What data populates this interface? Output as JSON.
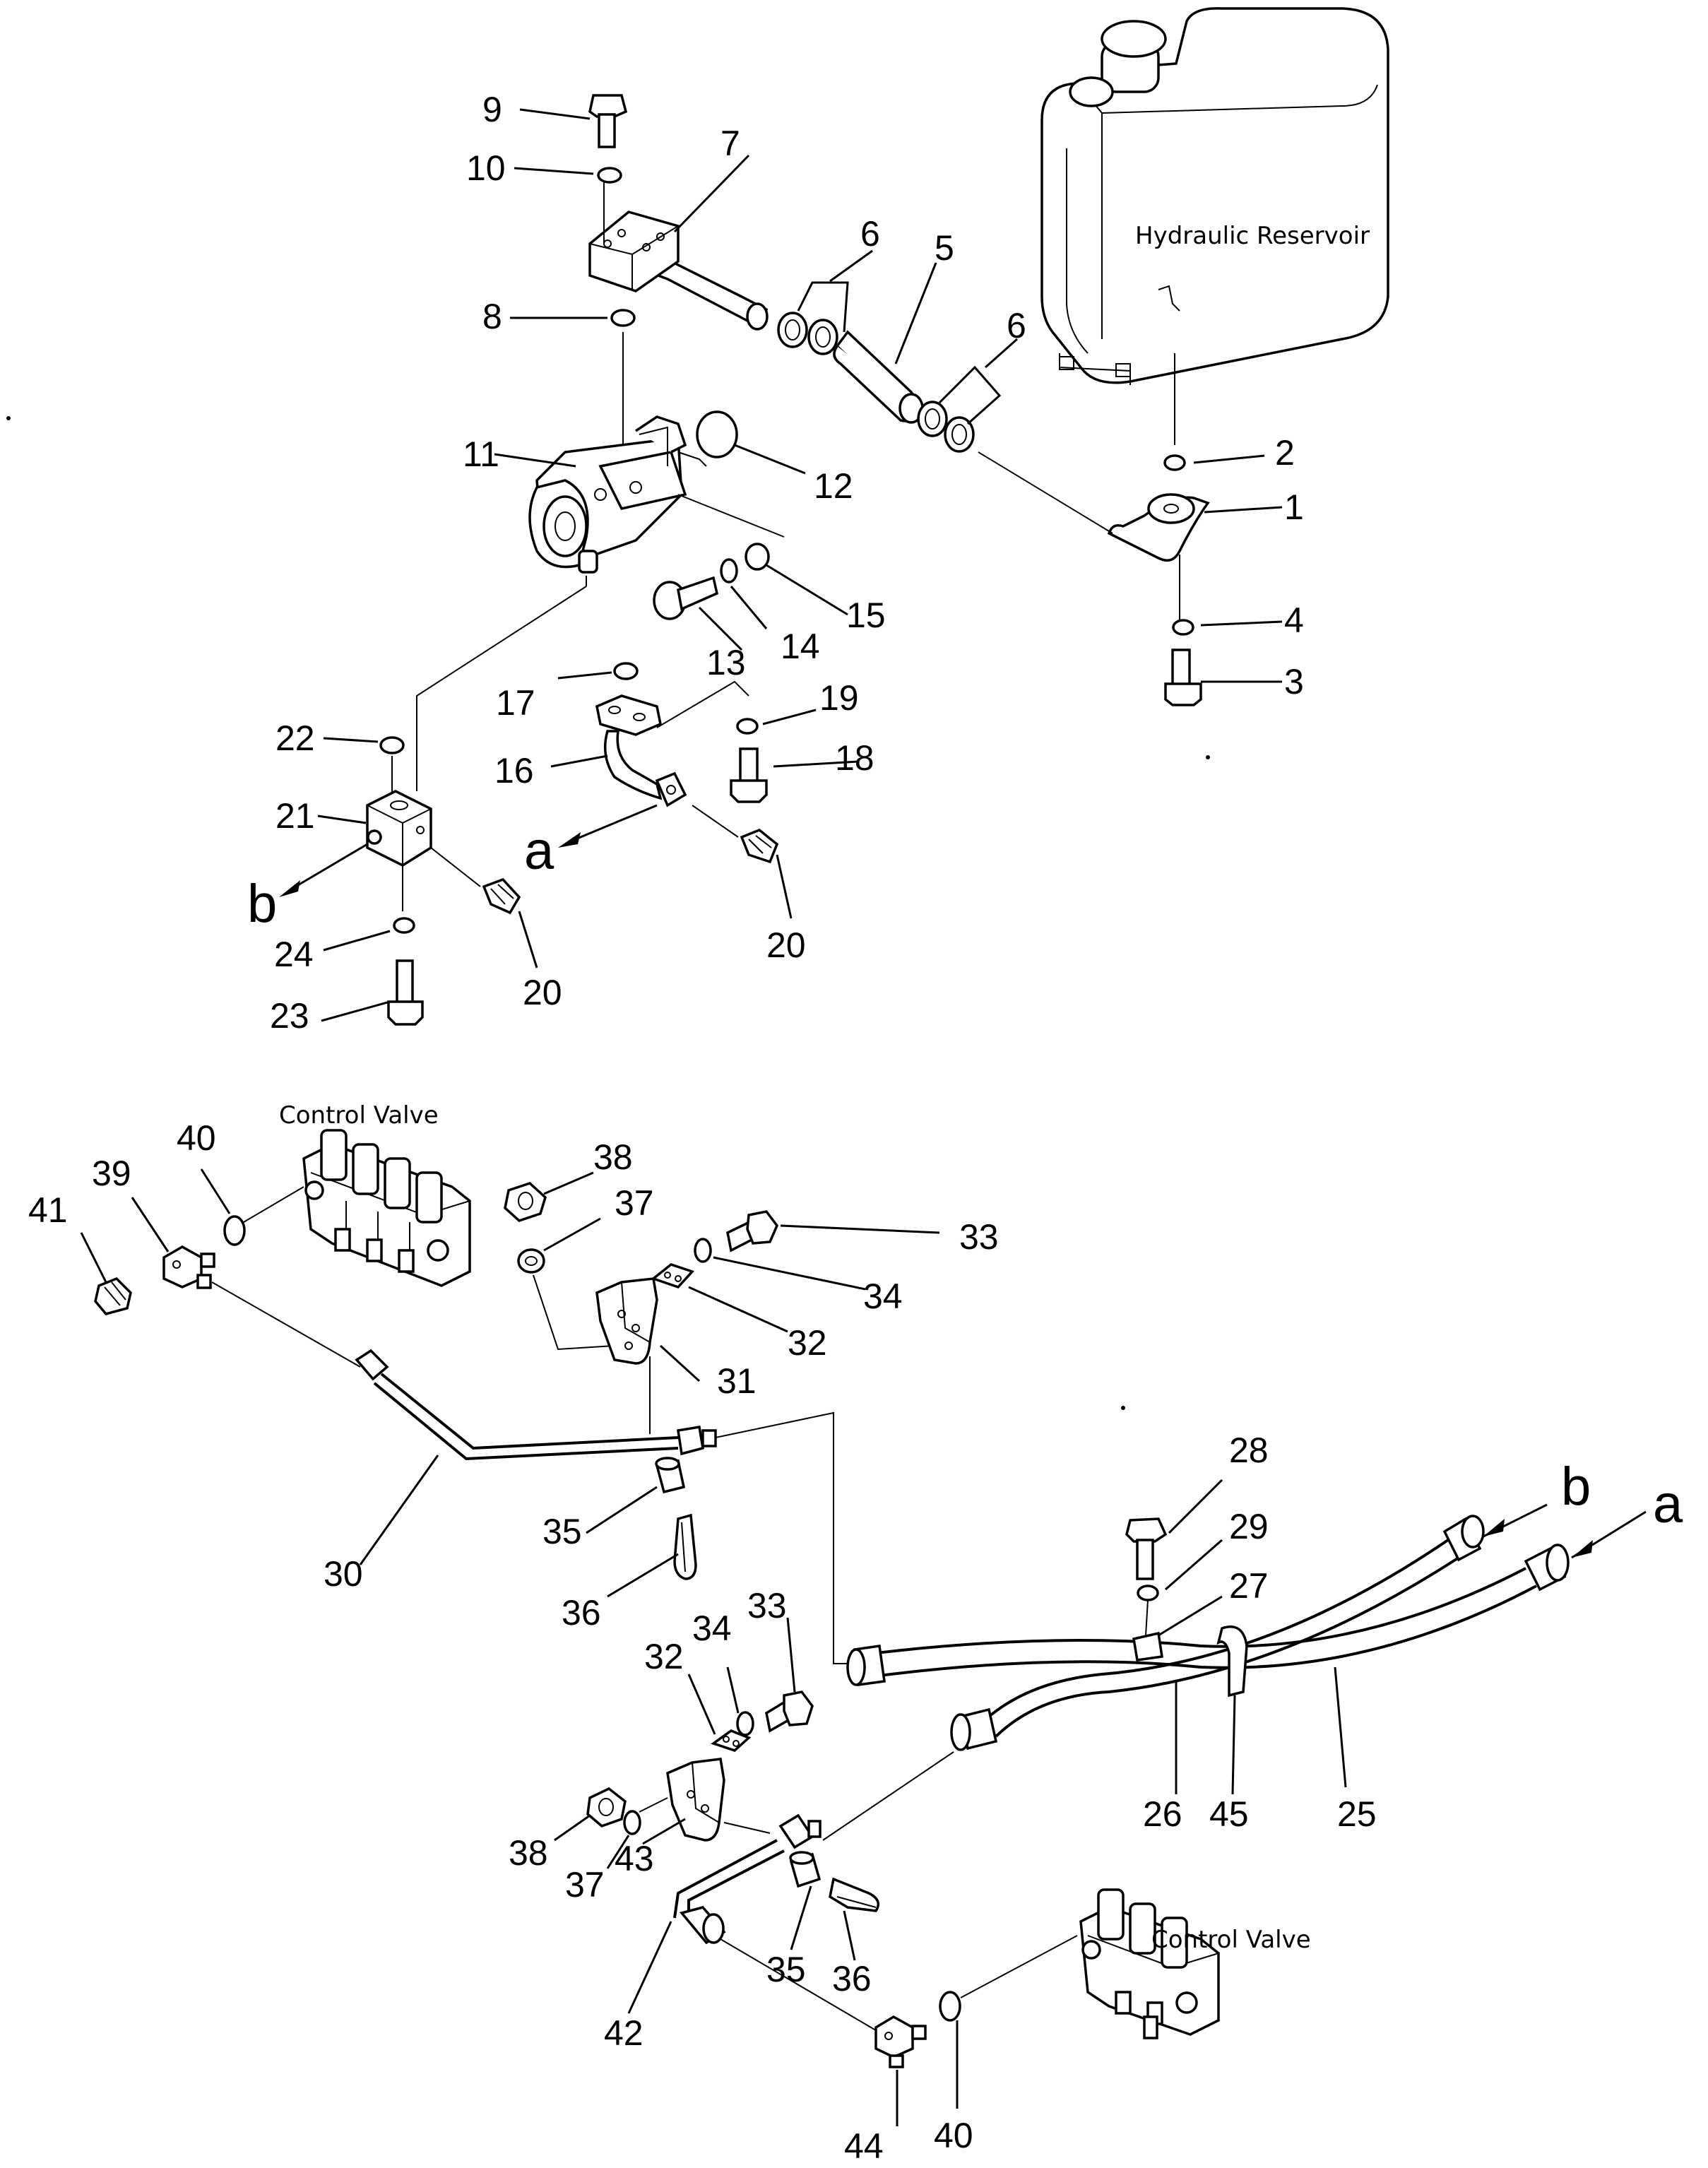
{
  "captions": {
    "reservoir": "Hydraulic Reservoir",
    "valve_top": "Control Valve",
    "valve_bottom": "Control Valve"
  },
  "connection_letters": {
    "top_a": "a",
    "top_b": "b",
    "bottom_a": "a",
    "bottom_b": "b"
  },
  "callouts": [
    {
      "id": "c9",
      "text": "9"
    },
    {
      "id": "c10",
      "text": "10"
    },
    {
      "id": "c7",
      "text": "7"
    },
    {
      "id": "c6a",
      "text": "6"
    },
    {
      "id": "c5",
      "text": "5"
    },
    {
      "id": "c6b",
      "text": "6"
    },
    {
      "id": "c8",
      "text": "8"
    },
    {
      "id": "c11",
      "text": "11"
    },
    {
      "id": "c12",
      "text": "12"
    },
    {
      "id": "c2",
      "text": "2"
    },
    {
      "id": "c1",
      "text": "1"
    },
    {
      "id": "c4",
      "text": "4"
    },
    {
      "id": "c3",
      "text": "3"
    },
    {
      "id": "c13",
      "text": "13"
    },
    {
      "id": "c14",
      "text": "14"
    },
    {
      "id": "c15",
      "text": "15"
    },
    {
      "id": "c17",
      "text": "17"
    },
    {
      "id": "c19",
      "text": "19"
    },
    {
      "id": "c18",
      "text": "18"
    },
    {
      "id": "c16",
      "text": "16"
    },
    {
      "id": "c20a",
      "text": "20"
    },
    {
      "id": "c22",
      "text": "22"
    },
    {
      "id": "c21",
      "text": "21"
    },
    {
      "id": "c24",
      "text": "24"
    },
    {
      "id": "c23",
      "text": "23"
    },
    {
      "id": "c20b",
      "text": "20"
    },
    {
      "id": "c40a",
      "text": "40"
    },
    {
      "id": "c39",
      "text": "39"
    },
    {
      "id": "c41",
      "text": "41"
    },
    {
      "id": "c38a",
      "text": "38"
    },
    {
      "id": "c37a",
      "text": "37"
    },
    {
      "id": "c33a",
      "text": "33"
    },
    {
      "id": "c34a",
      "text": "34"
    },
    {
      "id": "c32a",
      "text": "32"
    },
    {
      "id": "c31",
      "text": "31"
    },
    {
      "id": "c30",
      "text": "30"
    },
    {
      "id": "c35a",
      "text": "35"
    },
    {
      "id": "c36a",
      "text": "36"
    },
    {
      "id": "c28",
      "text": "28"
    },
    {
      "id": "c29",
      "text": "29"
    },
    {
      "id": "c27",
      "text": "27"
    },
    {
      "id": "c33b",
      "text": "33"
    },
    {
      "id": "c34b",
      "text": "34"
    },
    {
      "id": "c32b",
      "text": "32"
    },
    {
      "id": "c38b",
      "text": "38"
    },
    {
      "id": "c37b",
      "text": "37"
    },
    {
      "id": "c43",
      "text": "43"
    },
    {
      "id": "c26",
      "text": "26"
    },
    {
      "id": "c45",
      "text": "45"
    },
    {
      "id": "c25",
      "text": "25"
    },
    {
      "id": "c35b",
      "text": "35"
    },
    {
      "id": "c36b",
      "text": "36"
    },
    {
      "id": "c42",
      "text": "42"
    },
    {
      "id": "c44",
      "text": "44"
    },
    {
      "id": "c40b",
      "text": "40"
    }
  ]
}
